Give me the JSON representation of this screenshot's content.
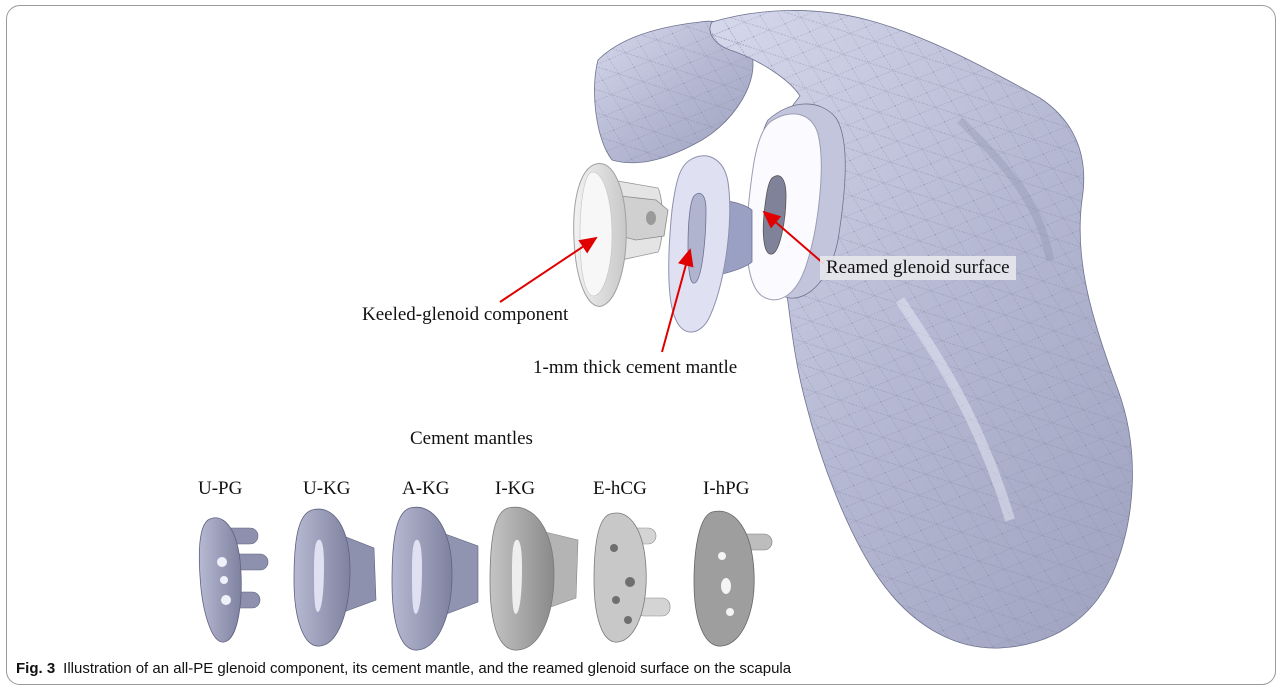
{
  "figure": {
    "labels": {
      "keeled": "Keeled-glenoid component",
      "cement": "1-mm thick cement mantle",
      "reamed": "Reamed glenoid surface"
    },
    "mantles_title": "Cement mantles",
    "mantles": [
      "U-PG",
      "U-KG",
      "A-KG",
      "I-KG",
      "E-hCG",
      "I-hPG"
    ],
    "colors": {
      "bone": "#b9bcd6",
      "bone_dark": "#8f93b0",
      "mantle_blue": "#9a9db8",
      "mantle_grey": "#a6a6a6",
      "arrow": "#e00000"
    }
  },
  "caption": {
    "label": "Fig. 3",
    "text": "Illustration of an all-PE glenoid component, its cement mantle, and the reamed glenoid surface on the scapula"
  }
}
